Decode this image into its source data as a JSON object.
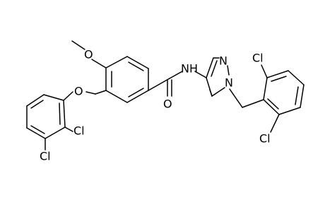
{
  "structure": {
    "atoms": {
      "O_methoxy": "O",
      "NH": "NH",
      "O_carbonyl": "O",
      "N_pyrazole_2": "N",
      "N_pyrazole_1": "N",
      "O_ether": "O",
      "Cl_a": "Cl",
      "Cl_b": "Cl",
      "Cl_c": "Cl",
      "Cl_d": "Cl"
    }
  }
}
